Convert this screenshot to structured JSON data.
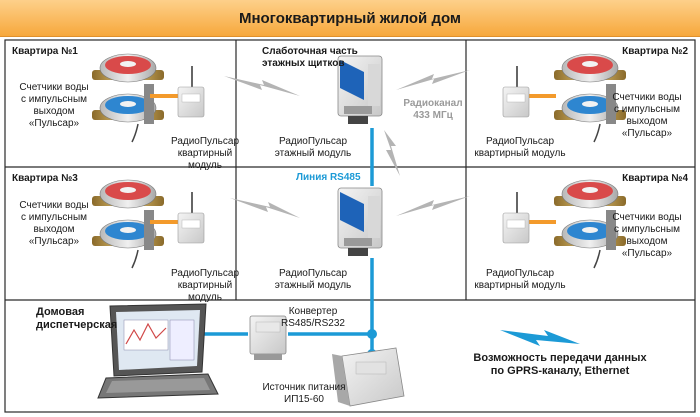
{
  "title": "Многоквартирный жилой дом",
  "apartments": {
    "a1": "Квартира №1",
    "a2": "Квартира №2",
    "a3": "Квартира №3",
    "a4": "Квартира №4"
  },
  "meter_label": {
    "line1": "Счетчики воды",
    "line2": "с импульсным",
    "line3": "выходом",
    "line4": "«Пульсар»"
  },
  "radio_module": {
    "line1": "РадиоПульсар",
    "line2": "квартирный модуль"
  },
  "floor_module": {
    "line1": "РадиоПульсар",
    "line2": "этажный модуль"
  },
  "lowcurrent": {
    "line1": "Слаботочная часть",
    "line2": "этажных щитков"
  },
  "radio_channel": {
    "line1": "Радиоканал",
    "line2": "433 МГц"
  },
  "rs485_line": "Линия RS485",
  "dispatch": {
    "line1": "Домовая",
    "line2": "диспетчерская"
  },
  "converter": {
    "line1": "Конвертер",
    "line2": "RS485/RS232"
  },
  "power": {
    "line1": "Источник питания",
    "line2": "ИП15-60"
  },
  "gprs": {
    "line1": "Возможность передачи данных",
    "line2": "по GPRS-каналу, Ethernet"
  },
  "colors": {
    "banner": "#f7a83c",
    "rs485": "#1c9ad6",
    "radio_arrow": "#b4b4b4",
    "meter_red": "#d94a4a",
    "meter_blue": "#2e86d0",
    "orange_wire": "#f39a2b"
  }
}
